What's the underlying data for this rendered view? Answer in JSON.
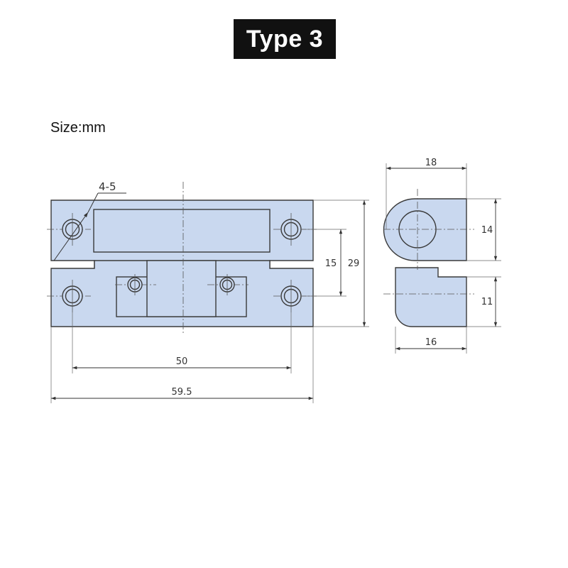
{
  "title": "Type 3",
  "size_label": "Size:mm",
  "colors": {
    "part_fill": "#c9d8ef",
    "outline": "#3a3a3a",
    "title_bg": "#111111"
  },
  "dimensions": {
    "hole_callout": "4-5",
    "hole_spacing": "50",
    "overall_width": "59.5",
    "inner_height": "15",
    "overall_height": "29",
    "side_width": "18",
    "side_upper_height": "14",
    "side_lower_height": "11",
    "side_bottom_width": "16"
  }
}
